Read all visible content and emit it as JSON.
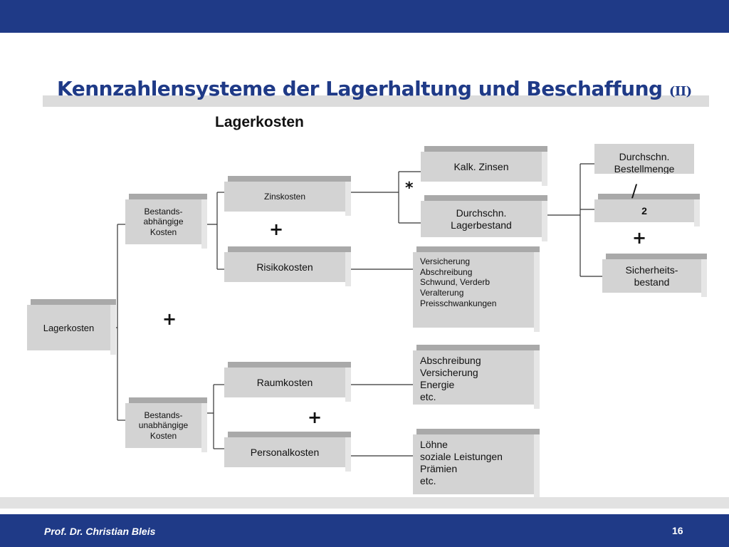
{
  "title": {
    "main": "Kennzahlensysteme der Lagerhaltung und Beschaffung",
    "suffix": "(II)"
  },
  "subtitle": "Lagerkosten",
  "boxes": {
    "lagerkosten": "Lagerkosten",
    "bestands_abhaengig": [
      "Bestands-",
      "abhängige",
      "Kosten"
    ],
    "bestands_unabhaengig": [
      "Bestands-",
      "unabhängige",
      "Kosten"
    ],
    "zinskosten": "Zinskosten",
    "risikokosten": "Risikokosten",
    "raumkosten": "Raumkosten",
    "personalkosten": "Personalkosten",
    "kalk_zinsen": "Kalk. Zinsen",
    "durchschn_lagerbestand": [
      "Durchschn.",
      "Lagerbestand"
    ],
    "durchschn_bestellmenge": [
      "Durchschn.",
      "Bestellmenge"
    ],
    "zwei": "2",
    "sicherheitsbestand": [
      "Sicherheits-",
      "bestand"
    ],
    "risiko_details": [
      "Versicherung",
      "Abschreibung",
      "Schwund, Verderb",
      "Veralterung",
      "Preisschwankungen"
    ],
    "raum_details": [
      "Abschreibung",
      "Versicherung",
      "Energie",
      "etc."
    ],
    "personal_details": [
      "Löhne",
      "soziale Leistungen",
      "Prämien",
      "etc."
    ]
  },
  "operators": {
    "plus": "+",
    "multiply": "*",
    "divide": "/"
  },
  "footer": {
    "name": "Prof. Dr. Christian Bleis",
    "page": "16"
  }
}
